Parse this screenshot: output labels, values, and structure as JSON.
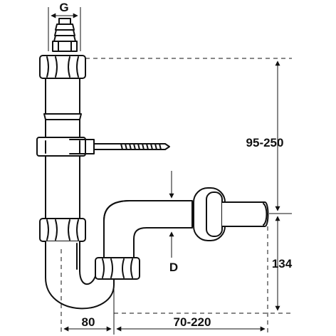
{
  "diagram": {
    "labels": {
      "thread": "G",
      "height_adjust": "95-250",
      "outlet_drop": "134",
      "pipe_diameter": "D",
      "trap_offset": "80",
      "outlet_reach": "70-220"
    }
  }
}
